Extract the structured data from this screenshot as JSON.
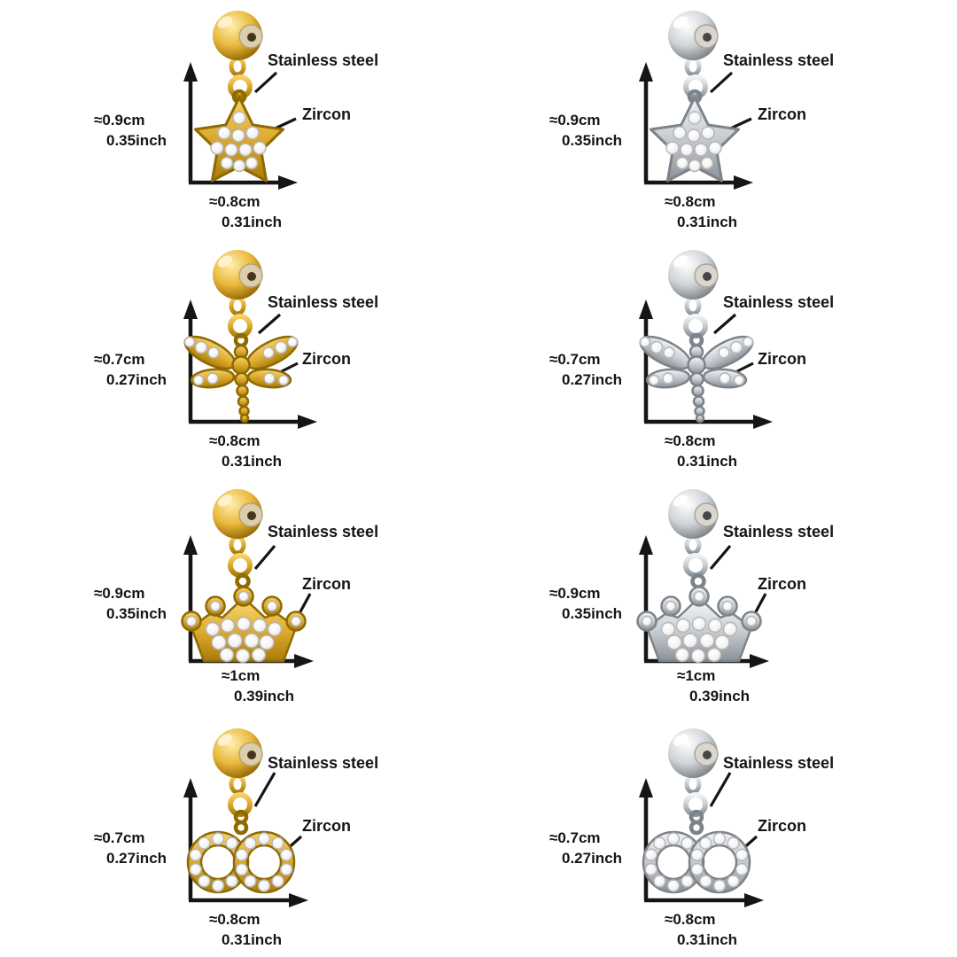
{
  "colors": {
    "background": "#FFFFFF",
    "text": "#151515",
    "gold": "#DCA92F",
    "gold_dark": "#8F6A00",
    "silver": "#C6CBD0",
    "silver_dark": "#7C838A",
    "zircon_stone": "#FFFFFF"
  },
  "cells": [
    {
      "charm": "star",
      "metal": "gold",
      "material_label": "Stainless steel",
      "stone_label": "Zircon",
      "height_cm": "≈0.9cm",
      "height_inch": "0.35inch",
      "width_cm": "≈0.8cm",
      "width_inch": "0.31inch"
    },
    {
      "charm": "star",
      "metal": "silver",
      "material_label": "Stainless steel",
      "stone_label": "Zircon",
      "height_cm": "≈0.9cm",
      "height_inch": "0.35inch",
      "width_cm": "≈0.8cm",
      "width_inch": "0.31inch"
    },
    {
      "charm": "dragonfly",
      "metal": "gold",
      "material_label": "Stainless steel",
      "stone_label": "Zircon",
      "height_cm": "≈0.7cm",
      "height_inch": "0.27inch",
      "width_cm": "≈0.8cm",
      "width_inch": "0.31inch"
    },
    {
      "charm": "dragonfly",
      "metal": "silver",
      "material_label": "Stainless steel",
      "stone_label": "Zircon",
      "height_cm": "≈0.7cm",
      "height_inch": "0.27inch",
      "width_cm": "≈0.8cm",
      "width_inch": "0.31inch"
    },
    {
      "charm": "crown",
      "metal": "gold",
      "material_label": "Stainless steel",
      "stone_label": "Zircon",
      "height_cm": "≈0.9cm",
      "height_inch": "0.35inch",
      "width_cm": "≈1cm",
      "width_inch": "0.39inch"
    },
    {
      "charm": "crown",
      "metal": "silver",
      "material_label": "Stainless steel",
      "stone_label": "Zircon",
      "height_cm": "≈0.9cm",
      "height_inch": "0.35inch",
      "width_cm": "≈1cm",
      "width_inch": "0.39inch"
    },
    {
      "charm": "double-circles",
      "metal": "gold",
      "material_label": "Stainless steel",
      "stone_label": "Zircon",
      "height_cm": "≈0.7cm",
      "height_inch": "0.27inch",
      "width_cm": "≈0.8cm",
      "width_inch": "0.31inch"
    },
    {
      "charm": "double-circles",
      "metal": "silver",
      "material_label": "Stainless steel",
      "stone_label": "Zircon",
      "height_cm": "≈0.7cm",
      "height_inch": "0.27inch",
      "width_cm": "≈0.8cm",
      "width_inch": "0.31inch"
    }
  ]
}
